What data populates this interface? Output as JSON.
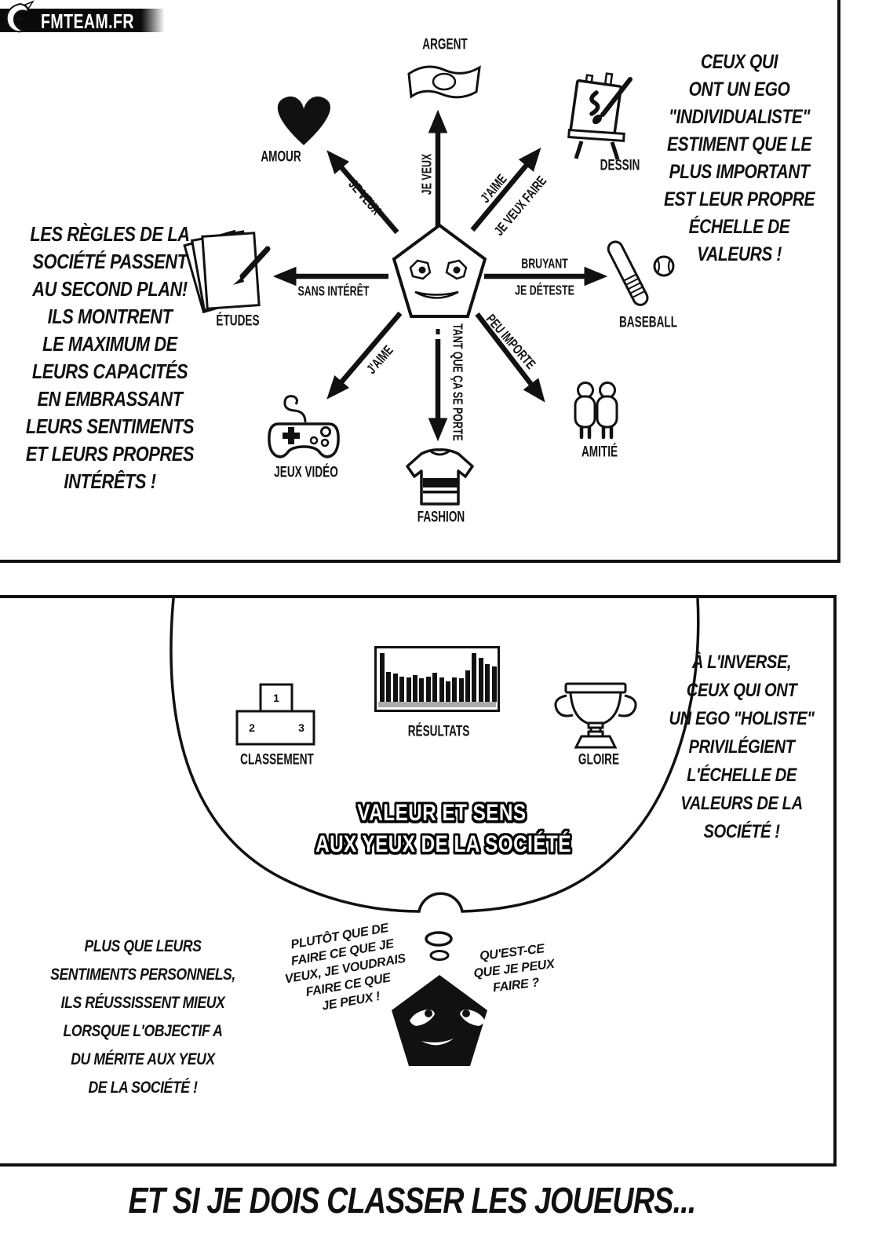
{
  "logo": {
    "text": "FMTEAM.FR",
    "icon": "dragon-icon",
    "banner_color": "#0a0a0a"
  },
  "panel1": {
    "spokes": {
      "up": {
        "arrow": "JE VEUX",
        "target": "ARGENT"
      },
      "up_left": {
        "arrow": "JE VEUX",
        "target": "AMOUR"
      },
      "up_right": {
        "arrow_line1": "J'AIME",
        "arrow_line2": "JE VEUX FAIRE",
        "target": "DESSIN"
      },
      "left": {
        "arrow": "SANS INTÉRÊT",
        "target": "ÉTUDES"
      },
      "right": {
        "arrow_line1": "BRUYANT",
        "arrow_line2": "JE DÉTESTE",
        "target": "BASEBALL"
      },
      "down_left": {
        "arrow": "J'AIME",
        "target": "JEUX VIDÉO"
      },
      "down": {
        "arrow": "TANT QUE ÇA SE PORTE",
        "target": "FASHION"
      },
      "down_right": {
        "arrow": "PEU IMPORTE",
        "target": "AMITIÉ"
      }
    },
    "left_caption": [
      "LES RÈGLES DE LA",
      "SOCIÉTÉ PASSENT",
      "AU SECOND PLAN!",
      "ILS MONTRENT",
      "LE MAXIMUM DE",
      "LEURS CAPACITÉS",
      "EN EMBRASSANT",
      "LEURS SENTIMENTS",
      "ET LEURS PROPRES",
      "INTÉRÊTS !"
    ],
    "right_caption": [
      "CEUX QUI",
      "ONT UN EGO",
      "\"INDIVIDUALISTE\"",
      "ESTIMENT QUE LE",
      "PLUS IMPORTANT",
      "EST LEUR PROPRE",
      "ÉCHELLE DE",
      "VALEURS !"
    ]
  },
  "panel2": {
    "bubble_items": {
      "podium_label": "CLASSEMENT",
      "podium_steps": [
        "1",
        "2",
        "3"
      ],
      "chart_label": "RÉSULTATS",
      "trophy_label": "GLOIRE"
    },
    "results_chart": {
      "type": "bar",
      "bars": [
        1.0,
        0.62,
        0.58,
        0.52,
        0.5,
        0.55,
        0.48,
        0.52,
        0.6,
        0.5,
        0.42,
        0.5,
        0.48,
        0.65,
        1.0,
        0.9,
        0.78,
        0.72
      ]
    },
    "bubble_title": [
      "VALEUR ET SENS",
      "AUX YEUX DE LA SOCIÉTÉ"
    ],
    "right_caption": [
      "À L'INVERSE,",
      "CEUX QUI ONT",
      "UN EGO \"HOLISTE\"",
      "PRIVILÉGIENT",
      "L'ÉCHELLE DE",
      "VALEURS DE LA",
      "SOCIÉTÉ !"
    ],
    "left_caption": [
      "PLUS QUE LEURS",
      "SENTIMENTS PERSONNELS,",
      "ILS RÉUSSISSENT MIEUX",
      "LORSQUE L'OBJECTIF A",
      "DU MÉRITE AUX YEUX",
      "DE LA SOCIÉTÉ !"
    ],
    "speech_left": [
      "PLUTÔT QUE DE",
      "FAIRE CE QUE JE",
      "VEUX, JE VOUDRAIS",
      "FAIRE CE QUE",
      "JE PEUX !"
    ],
    "speech_right": [
      "QU'EST-CE",
      "QUE JE PEUX",
      "FAIRE ?"
    ]
  },
  "footer": {
    "caption": "ET SI JE DOIS CLASSER LES JOUEURS..."
  }
}
